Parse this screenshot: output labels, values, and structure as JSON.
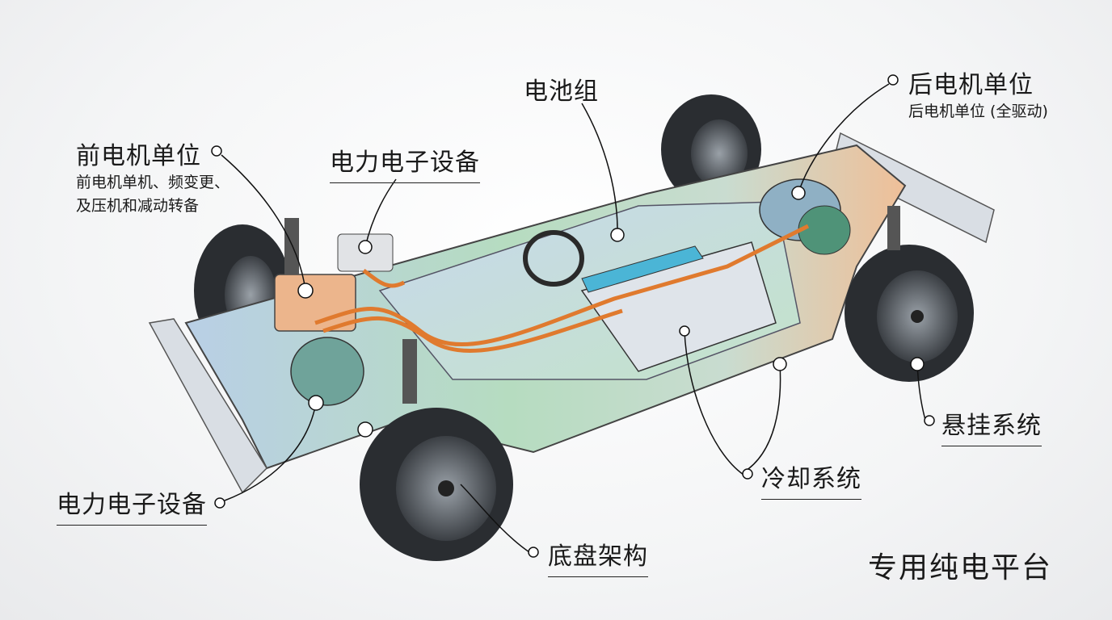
{
  "labels": {
    "battery_pack": "电池组",
    "power_electronics_top": "电力电子设备",
    "front_motor": {
      "title": "前电机单位",
      "desc_line1": "前电机单机、频变更、",
      "desc_line2": "及压机和减动转备"
    },
    "rear_motor": {
      "title": "后电机单位",
      "desc": "后电机单位 (全驱动)"
    },
    "power_electronics_bottom": "电力电子设备",
    "suspension": "悬挂系统",
    "cooling": "冷却系统",
    "chassis": "底盘架构"
  },
  "platform_title": "专用纯电平台",
  "colors": {
    "frame_blue": "#b9cfe6",
    "frame_green": "#b6dcc0",
    "frame_orange": "#efbf98",
    "cable": "#e07a2e",
    "tire": "#2a2d31"
  }
}
